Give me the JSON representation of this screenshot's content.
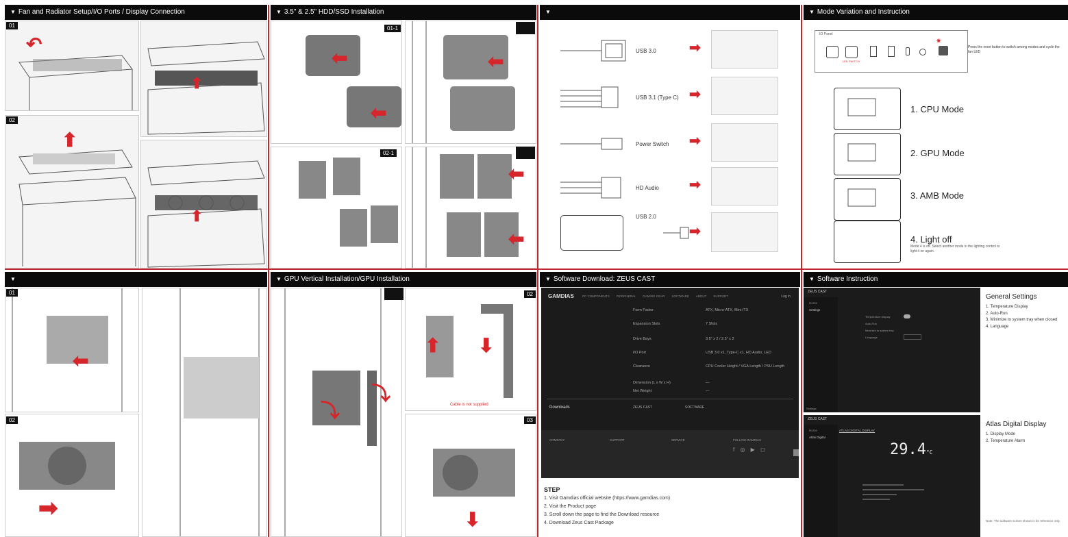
{
  "headers": {
    "fan_radiator": "Fan and Radiator Setup/I/O Ports / Display Connection",
    "hdd_ssd": "3.5\" & 2.5\" HDD/SSD Installation",
    "io_cables": "",
    "mode_variation": "Mode Variation and Instruction",
    "bottom_left": "",
    "gpu_vertical": "GPU Vertical Installation/GPU Installation",
    "software_download": "Software Download: ZEUS CAST",
    "software_instruction": "Software Instruction"
  },
  "step_tags": {
    "top_left_1": "01",
    "top_left_2": "02",
    "hdd_1": "01-1",
    "hdd_2": "02-1",
    "bottom_left_1": "01",
    "bottom_left_2": "02",
    "gpu_2": "02",
    "gpu_3": "03"
  },
  "connectors": [
    {
      "label": "USB 3.0"
    },
    {
      "label": "USB 3.1 (Type C)"
    },
    {
      "label": "Power Switch"
    },
    {
      "label": "HD Audio"
    },
    {
      "label": "USB 2.0"
    }
  ],
  "io_panel": {
    "title": "IO Panel",
    "reset_label": "LED SWITCH",
    "note": "Press the reset button to switch among modes and cycle the fan LED"
  },
  "modes": [
    {
      "label": "1. CPU Mode"
    },
    {
      "label": "2. GPU Mode"
    },
    {
      "label": "3. AMB Mode"
    },
    {
      "label": "4. Light off",
      "note": "Mode 4 is off. Select another mode in the lighting control to light it on again."
    }
  ],
  "website": {
    "brand": "GAMDIAS",
    "nav": [
      "PC COMPONENTS",
      "PERIPHERAL",
      "GAMING GEAR",
      "SOFTWARE",
      "ABOUT",
      "SUPPORT"
    ],
    "login": "Log in",
    "specs": [
      {
        "key": "Form Factor",
        "value": "ATX, Micro-ATX, Mini-ITX"
      },
      {
        "key": "Expansion Slots",
        "value": "7 Slots"
      },
      {
        "key": "Drive Bays",
        "value": "3.5\" x 2 / 2.5\" x 2"
      },
      {
        "key": "I/O Port",
        "value": "USB 3.0 x1, Type-C x1, HD Audio, LED"
      },
      {
        "key": "Clearance",
        "value": "CPU Cooler Height / VGA Length / PSU Length"
      },
      {
        "key": "Dimension (L x W x H)",
        "value": "—"
      },
      {
        "key": "Net Weight",
        "value": "—"
      }
    ],
    "downloads_label": "Downloads",
    "download_items": [
      "ZEUS CAST",
      "SOFTWARE"
    ],
    "footer_cols": [
      "COMPANY",
      "SUPPORT",
      "SERVICE",
      "FOLLOW GAMDIAS"
    ]
  },
  "step_section": {
    "title": "STEP",
    "lines": [
      "1. Visit Gamdias official website (https://www.gamdias.com)",
      "2. Visit the Product page",
      "3. Scroll down the page to find the Download resource",
      "4. Download Zeus Cast Package"
    ]
  },
  "general_settings": {
    "title": "General Settings",
    "items": [
      "1. Temperature Display",
      "2. Auto-Run",
      "3. Minimize to system tray when closed",
      "4. Language"
    ]
  },
  "atlas_display": {
    "title": "Atlas Digital Display",
    "items": [
      "1. Display Mode",
      "2. Temperature Alarm"
    ],
    "temp_value": "29.4",
    "temp_unit": "°C",
    "footer_note": "Note: The software screen shown is for reference only."
  },
  "software_ui": {
    "app_name": "ZEUS CAST",
    "sidebar_1": [
      "Home",
      "Settings"
    ],
    "sidebar_2": [
      "Home",
      "Atlas Digital"
    ],
    "setting_rows": [
      "Temperature Display",
      "Auto-Run",
      "Minimize to system tray",
      "Language"
    ],
    "tab": "ATLAS DIGITAL DISPLAY",
    "menu_btn": "Settings"
  },
  "gpu_note": "Cable is not supplied",
  "colors": {
    "accent": "#d7262b",
    "header": "#0b0b0b",
    "panel_dark": "#1b1b1b"
  }
}
